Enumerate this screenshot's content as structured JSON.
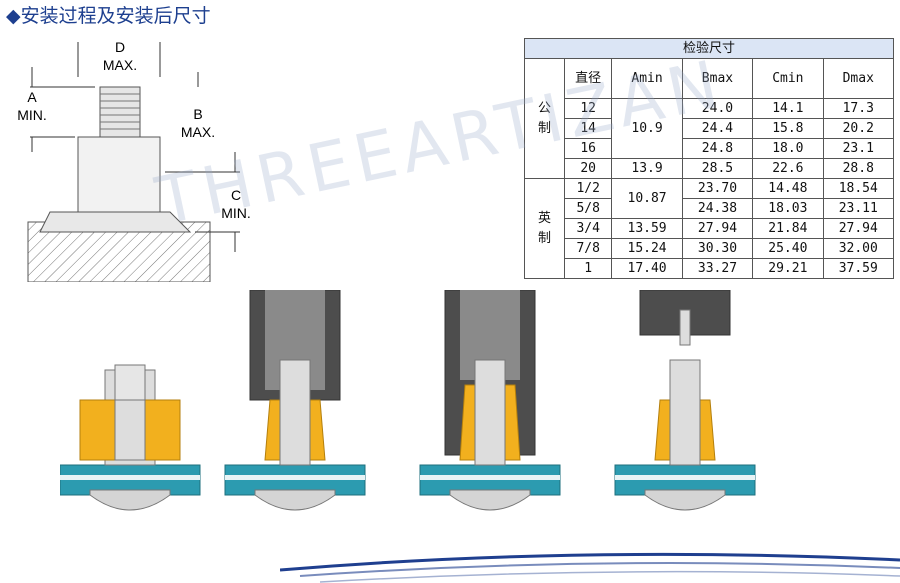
{
  "title": "◆安装过程及安装后尺寸",
  "diagram": {
    "labels": {
      "d_letter": "D",
      "d_note": "MAX.",
      "a_letter": "A",
      "a_note": "MIN.",
      "b_letter": "B",
      "b_note": "MAX.",
      "c_letter": "C",
      "c_note": "MIN."
    }
  },
  "table": {
    "title": "检验尺寸",
    "headers": [
      "直径",
      "Amin",
      "Bmax",
      "Cmin",
      "Dmax"
    ],
    "metric": {
      "label_chars": [
        "公",
        "制"
      ],
      "rows": [
        {
          "dia": "12",
          "amin": "10.9",
          "bmax": "24.0",
          "cmin": "14.1",
          "dmax": "17.3"
        },
        {
          "dia": "14",
          "amin": "",
          "bmax": "24.4",
          "cmin": "15.8",
          "dmax": "20.2"
        },
        {
          "dia": "16",
          "amin": "",
          "bmax": "24.8",
          "cmin": "18.0",
          "dmax": "23.1"
        },
        {
          "dia": "20",
          "amin": "13.9",
          "bmax": "28.5",
          "cmin": "22.6",
          "dmax": "28.8"
        }
      ]
    },
    "imperial": {
      "label_chars": [
        "英",
        "制"
      ],
      "rows": [
        {
          "dia": "1/2",
          "amin": "10.87",
          "bmax": "23.70",
          "cmin": "14.48",
          "dmax": "18.54"
        },
        {
          "dia": "5/8",
          "amin": "",
          "bmax": "24.38",
          "cmin": "18.03",
          "dmax": "23.11"
        },
        {
          "dia": "3/4",
          "amin": "13.59",
          "bmax": "27.94",
          "cmin": "21.84",
          "dmax": "27.94"
        },
        {
          "dia": "7/8",
          "amin": "15.24",
          "bmax": "30.30",
          "cmin": "25.40",
          "dmax": "32.00"
        },
        {
          "dia": "1",
          "amin": "17.40",
          "bmax": "33.27",
          "cmin": "29.21",
          "dmax": "37.59"
        }
      ]
    }
  },
  "watermark": "THREEARTIZAN",
  "colors": {
    "title": "#1d3f8f",
    "header_bg": "#dbe5f5",
    "nut_gold": "#f2b01e",
    "panel_teal": "#2c9bb0",
    "tool_dark": "#4d4d4d",
    "swoosh": "#1f3f8f"
  }
}
